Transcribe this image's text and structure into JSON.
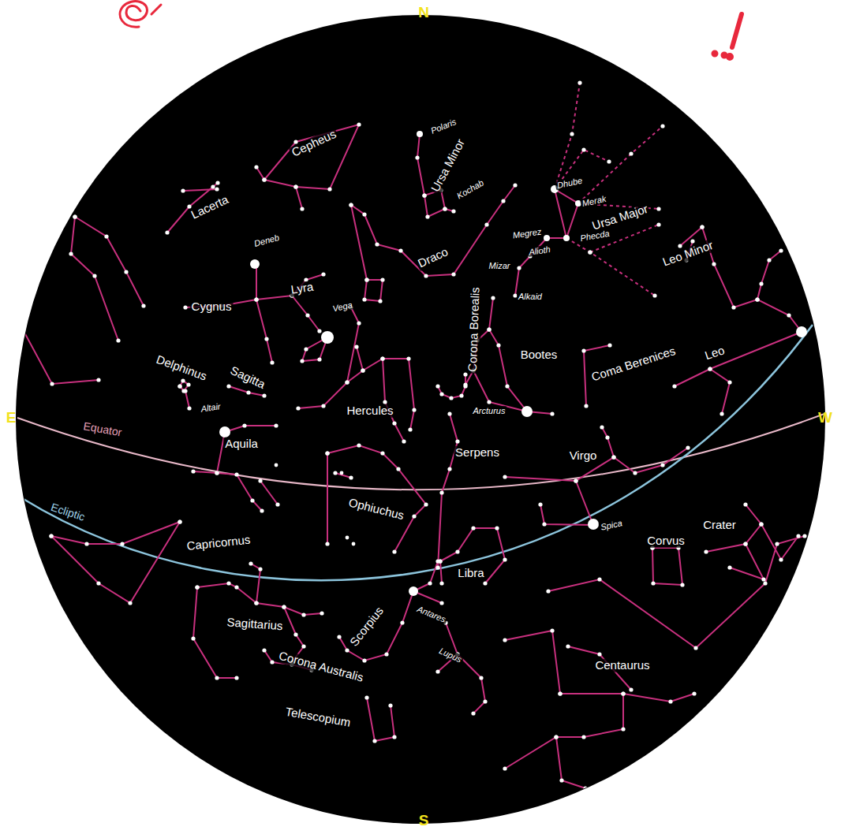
{
  "diagram": {
    "labels": [
      "N",
      "E",
      "W",
      "S",
      "Polaris",
      "Cepheus",
      "Ursa Minor",
      "Dhube",
      "Kochab",
      "Merak",
      "Lacerta",
      "Ursa Major",
      "Megrez",
      "Phecda",
      "Deneb",
      "Alioth",
      "Draco",
      "Leo Minor",
      "Mizar",
      "Lyra",
      "Alkaid",
      "Vega",
      "Cygnus",
      "Corona Borealis",
      "Bootes",
      "Leo",
      "Coma Berenices",
      "Delphinus",
      "Sagitta",
      "Hercules",
      "Arcturus",
      "Altair",
      "Aquila",
      "Equator",
      "Serpens",
      "Virgo",
      "Ophiuchus",
      "Ecliptic",
      "Spica",
      "Crater",
      "Corvus",
      "Capricornus",
      "Libra",
      "Antares",
      "Sagittarius",
      "Scorpius",
      "Lupus",
      "Centaurus",
      "Corona Australis",
      "Telescopium"
    ]
  }
}
